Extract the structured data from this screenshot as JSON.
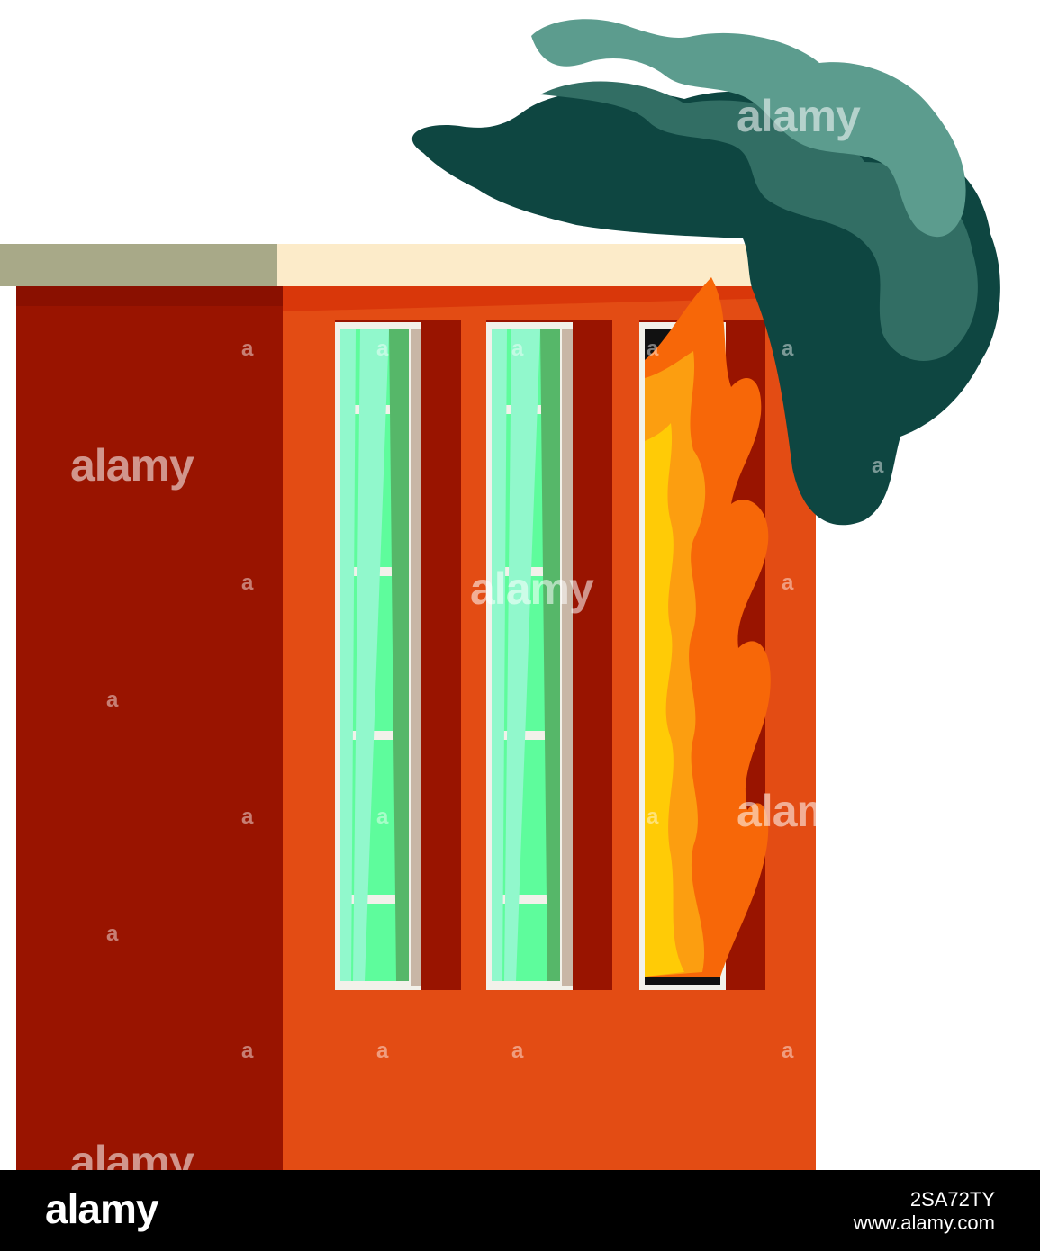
{
  "palette": {
    "roof_left": "#a8a988",
    "roof_right": "#fcebc9",
    "wall_side": "#991400",
    "wall_front": "#e34c14",
    "window_glass": "#5efc9c",
    "window_glass_light": "#91f8cc",
    "window_shadow": "#56b769",
    "window_frame": "#f2f1ea",
    "smoke_dark": "#0e4641",
    "smoke_mid": "#326e64",
    "smoke_light": "#5c9c8e",
    "flame_outer": "#f76708",
    "flame_mid": "#fc9e10",
    "flame_inner": "#ffcb06"
  },
  "watermark": {
    "text": "alamy",
    "letter": "a"
  },
  "footer": {
    "logo": "alamy",
    "image_id": "2SA72TY",
    "url": "www.alamy.com"
  }
}
